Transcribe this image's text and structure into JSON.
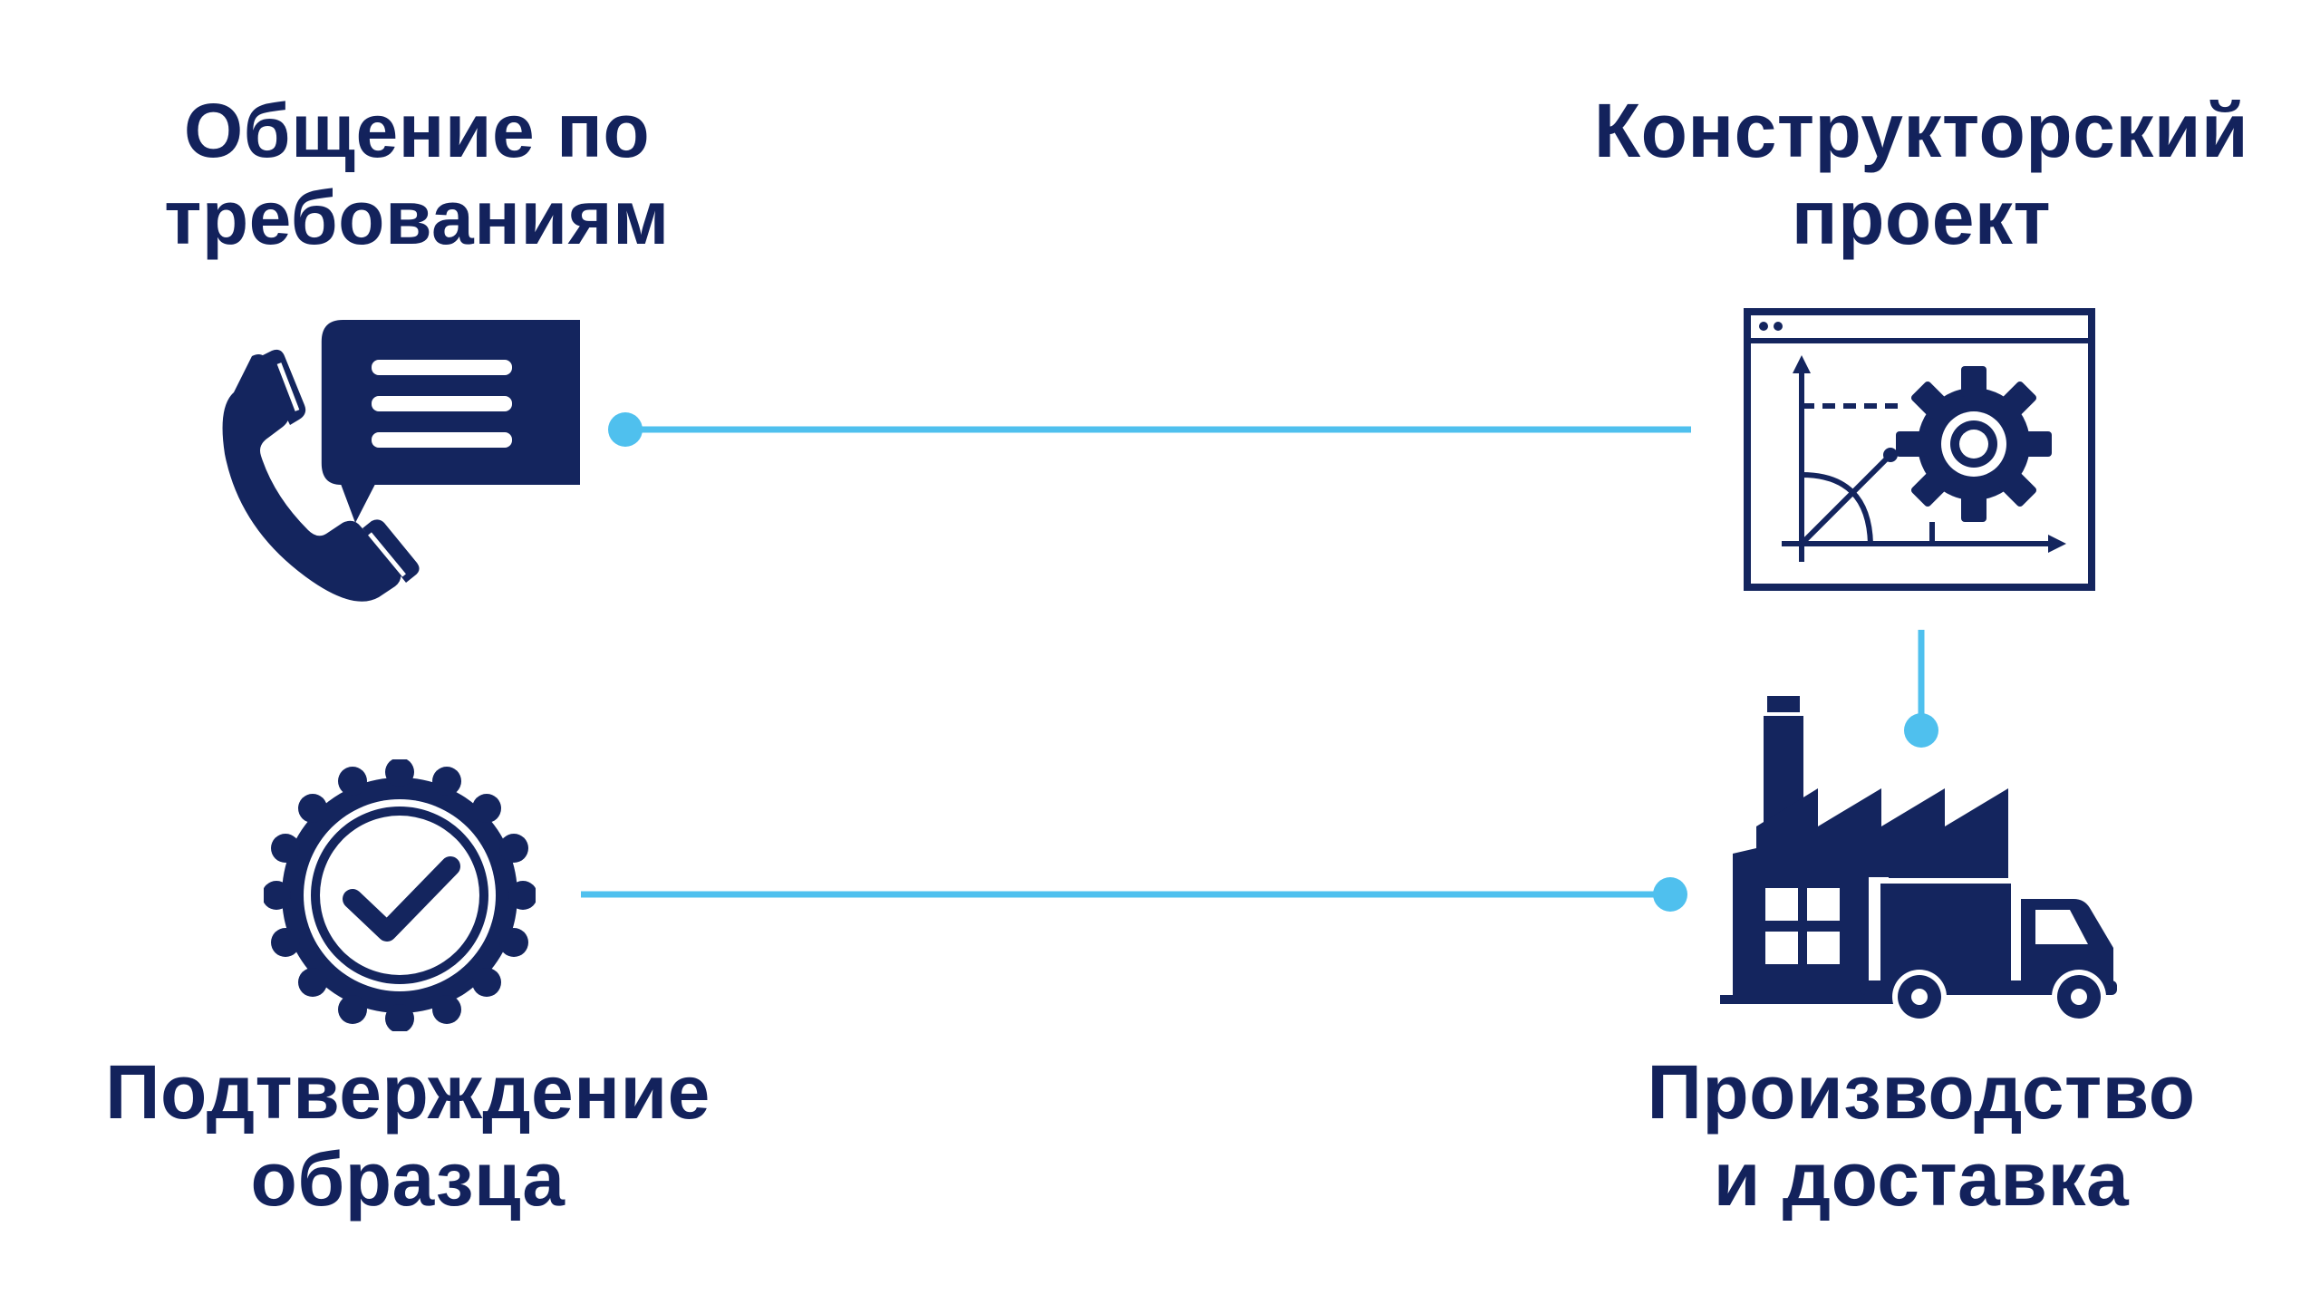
{
  "colors": {
    "icon": "#14255e",
    "text": "#13225c",
    "connector": "#4fc0ee",
    "background": "#ffffff"
  },
  "steps": {
    "requirements": {
      "line1": "Общение по",
      "line2": "требованиям",
      "icon": "phone-chat-icon"
    },
    "design": {
      "line1": "Конструкторский",
      "line2": "проект",
      "icon": "design-window-gear-icon"
    },
    "sample": {
      "line1": "Подтверждение",
      "line2": "образца",
      "icon": "approval-seal-check-icon"
    },
    "production": {
      "line1": "Производство",
      "line2": "и доставка",
      "icon": "factory-truck-icon"
    }
  }
}
